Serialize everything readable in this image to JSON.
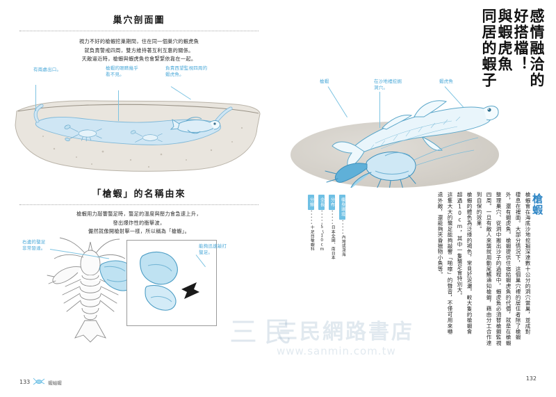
{
  "left_page": {
    "section1": {
      "heading": "巢穴剖面圖",
      "body": "視力不好的槍蝦挖巢期間，住在同一個巢穴的蝦虎魚\n就負責警戒四周，雙方維持著互利互惠的關係。\n天敵逼近時，槍蝦與蝦虎魚也會緊緊依靠在一起。",
      "labels": [
        {
          "id": "exit",
          "text": "有兩處出口。"
        },
        {
          "id": "eyes",
          "text": "槍蝦的眼睛幾乎\n看不見。"
        },
        {
          "id": "watch",
          "text": "負責西望監視四周的\n蝦虎魚。"
        }
      ]
    },
    "section2": {
      "heading": "「槍蝦」的名稱由來",
      "body": "槍蝦用力敲響螯足時，螯足的溫度與壓力會急速上升，\n發出爆炸性的衝擊波，\n儼然就像開槍射擊一樣，所以稱為「槍蝦」。",
      "labels": [
        {
          "id": "bigclaw",
          "text": "右邊的螯足\n非常發達。"
        },
        {
          "id": "snap",
          "text": "能夠迅速敲打\n螯足。"
        }
      ]
    },
    "footer": {
      "page_number": "133",
      "running_head": "蝦蛄蝦"
    }
  },
  "right_page": {
    "title_lines": [
      "感情融洽的",
      "好搭檔！",
      "與蝦虎魚",
      "同居的蝦子"
    ],
    "illustration_labels": [
      {
        "id": "shrimp",
        "text": "槍蝦"
      },
      {
        "id": "burrow",
        "text": "在沙地裡挖掘\n洞穴。"
      },
      {
        "id": "goby",
        "text": "蝦虎魚"
      }
    ],
    "species_name": "槍蝦",
    "body_columns": [
      "槍蝦會在海底沙地挖掘深達數十公分的洞穴當巢，並成對",
      "棲息在裡面。大部分情況下，這個巢穴裡的居住者除了槍蝦",
      "外，還有蝦虎魚。槍蝦提供住宿給蝦虎魚的代價，就是在槍蝦",
      "整理巢穴、從洞中搬出沙子的過程中，蝦虎魚必須替槍蝦監視",
      "四周。一旦有敵人來襲就用動尾鰭通知槍蝦，藉由分工合作達",
      "到自保的效果。",
      "槍蝦的體色為泛綠的褐色，常見於泥灘。較大隻的槍蝦會",
      "超過10cm，其中一隻螯足會特別大。",
      "這隻大大的螯足能夠敲響「啪嚓」的聲音，不僅可用來嚇",
      "退外敵，還能夠夾昏獵物小魚等。"
    ],
    "info_rows": [
      {
        "label": "棲身環境",
        "value": "內灣或淺海"
      },
      {
        "label": "分布",
        "value": "日本全國、南日本"
      },
      {
        "label": "全長",
        "value": "5～10cm"
      },
      {
        "label": "分類",
        "value": "十足目槍蝦科"
      }
    ],
    "footer": {
      "page_number": "132"
    }
  },
  "watermark": {
    "line1": "三民網路書店",
    "line2": "www.sanmin.com.tw",
    "mark": "三民"
  },
  "colors": {
    "label_blue": "#4aa8d8",
    "tag_blue": "#6fc0e4",
    "name_blue": "#2f86c5",
    "sand": "#e8e4dd",
    "water": "#cfe6f4",
    "text": "#1f1f1f"
  }
}
